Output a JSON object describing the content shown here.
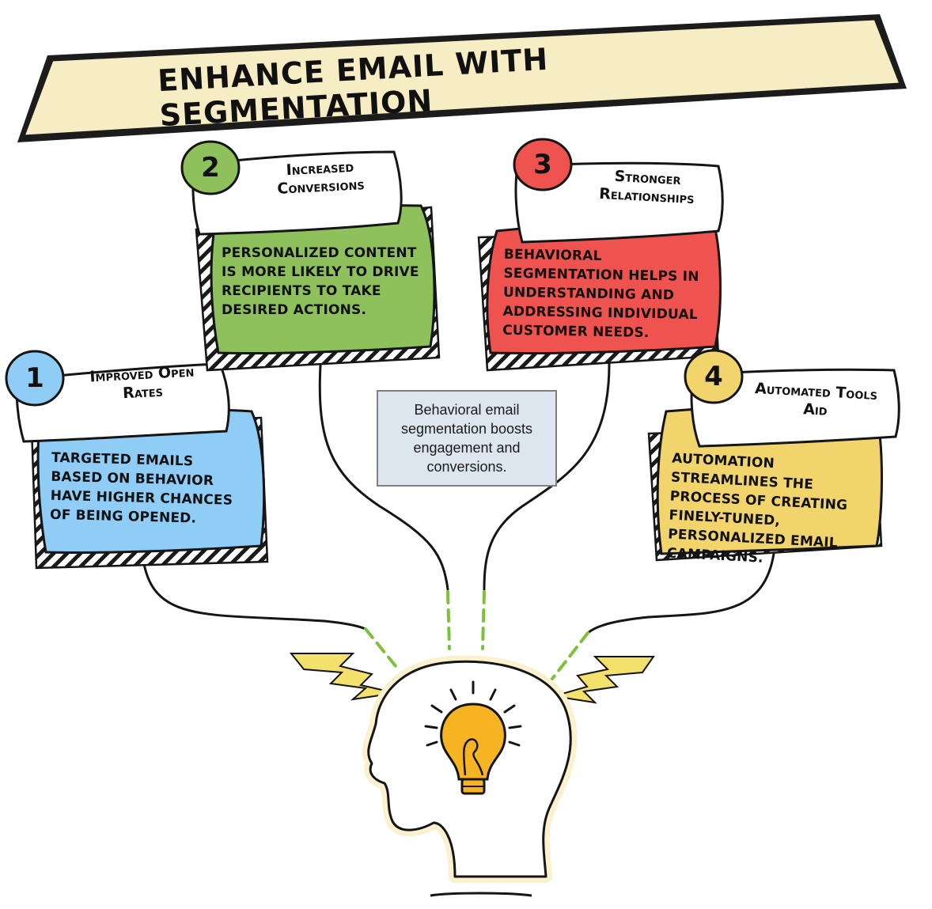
{
  "title": "Enhance Email with Segmentation",
  "center_note": "Behavioral email segmentation boosts engagement and conversions.",
  "colors": {
    "banner": "#f7edc4",
    "blue": "#8fcdf6",
    "green": "#8ec05c",
    "red": "#ef5350",
    "yellow": "#f2d46c",
    "connector_dash": "#7cc13a",
    "bolt": "#f3e16b",
    "bulb": "#f7b422"
  },
  "steps": [
    {
      "number": "1",
      "title": "Improved Open Rates",
      "body": "Targeted emails based on behavior have higher chances of being opened."
    },
    {
      "number": "2",
      "title": "Increased Conversions",
      "body": "Personalized content is more likely to drive recipients to take desired actions."
    },
    {
      "number": "3",
      "title": "Stronger Relationships",
      "body": "Behavioral segmentation helps in understanding and addressing individual customer needs."
    },
    {
      "number": "4",
      "title": "Automated Tools Aid",
      "body": "Automation streamlines the process of creating finely-tuned, personalized email campaigns."
    }
  ],
  "icons": [
    "head-silhouette-icon",
    "lightbulb-icon",
    "lightning-bolt-icon"
  ]
}
